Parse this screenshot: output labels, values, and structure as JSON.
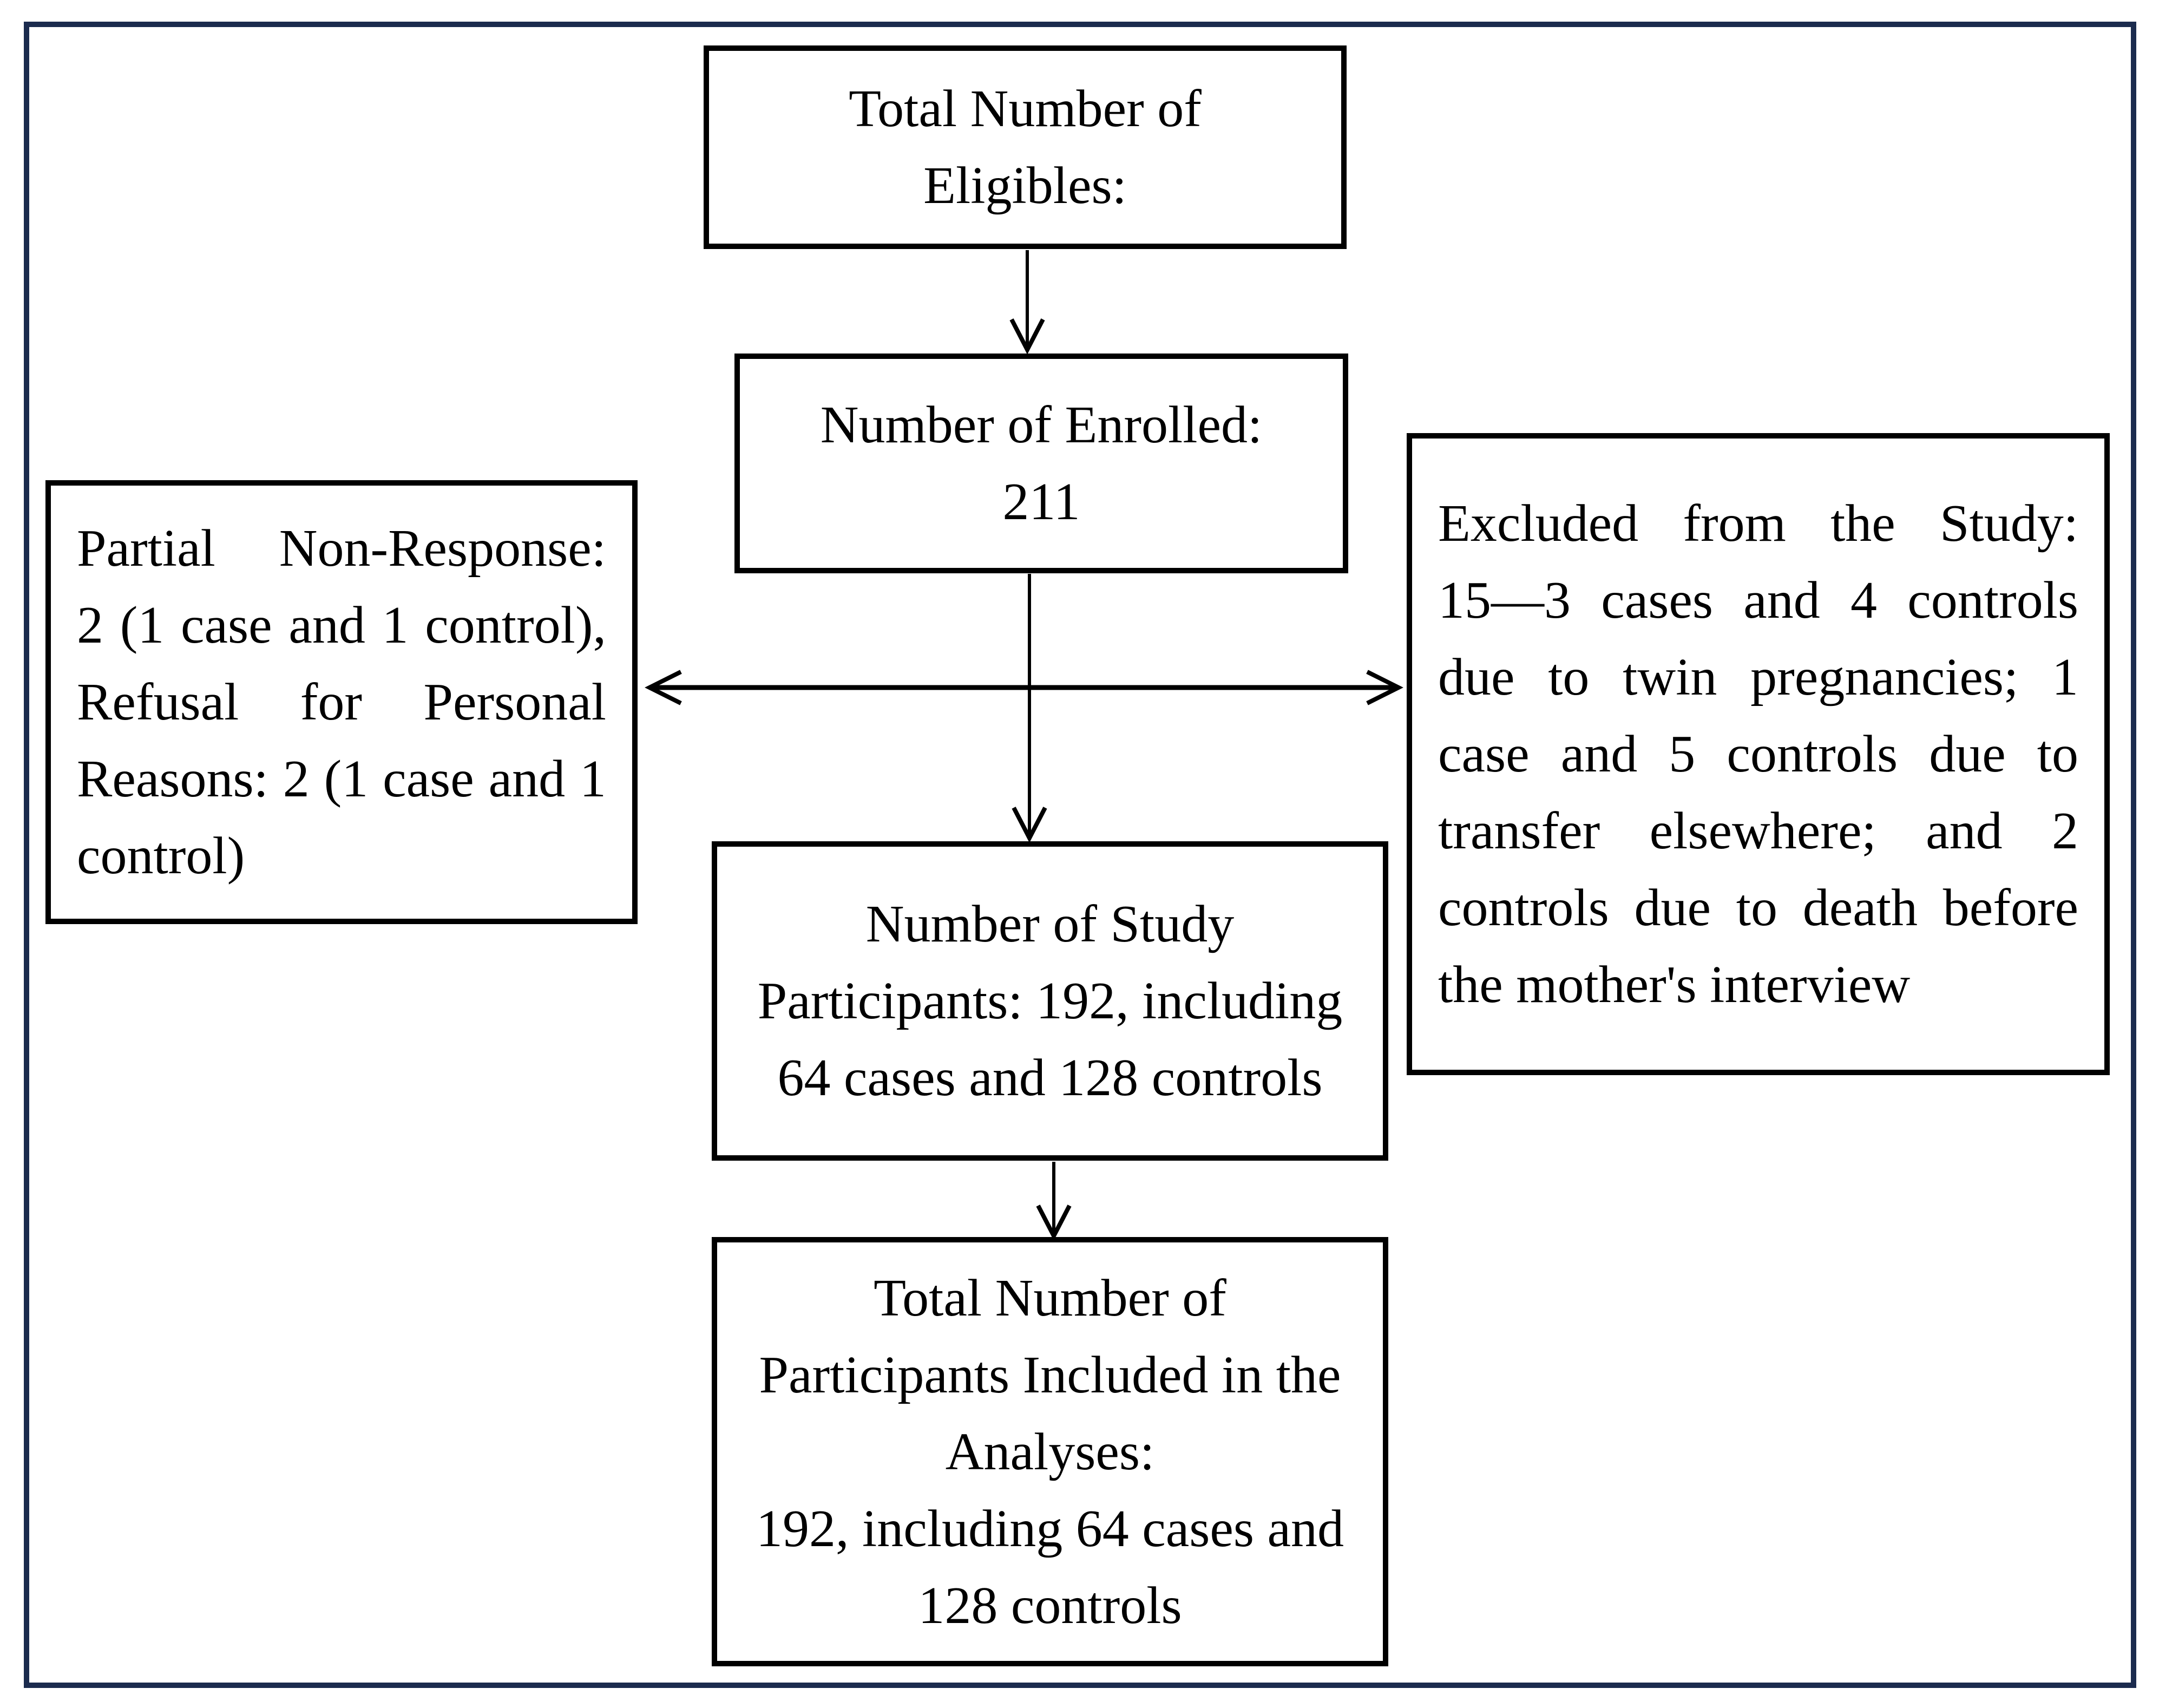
{
  "diagram": {
    "title": "Study participant flow diagram",
    "colors": {
      "frame": "#1b2b4e",
      "box_border": "#000000",
      "text": "#000000",
      "background": "#ffffff"
    },
    "boxes": {
      "eligibles": {
        "lines": [
          "Total Number of",
          "Eligibles:"
        ]
      },
      "enrolled": {
        "lines": [
          "Number of Enrolled:",
          "211"
        ]
      },
      "partial": {
        "lines": [
          "Partial Non-Response:",
          "2 (1 case and 1 control),",
          "Refusal for Personal",
          "Reasons: 2 (1 case and 1",
          "control)"
        ]
      },
      "excluded": {
        "lines": [
          "Excluded from the Study:",
          "15—3 cases and 4 controls",
          "due to twin pregnancies; 1",
          "case and 5 controls due to",
          "transfer elsewhere; and 2",
          "controls due to death before",
          "the mother's interview"
        ]
      },
      "participants": {
        "lines": [
          "Number of Study",
          "Participants: 192, including",
          "64 cases and 128 controls"
        ]
      },
      "analyses": {
        "lines": [
          "Total Number of",
          "Participants Included in the",
          "Analyses:",
          "192, including 64 cases and",
          "128 controls"
        ]
      }
    }
  }
}
